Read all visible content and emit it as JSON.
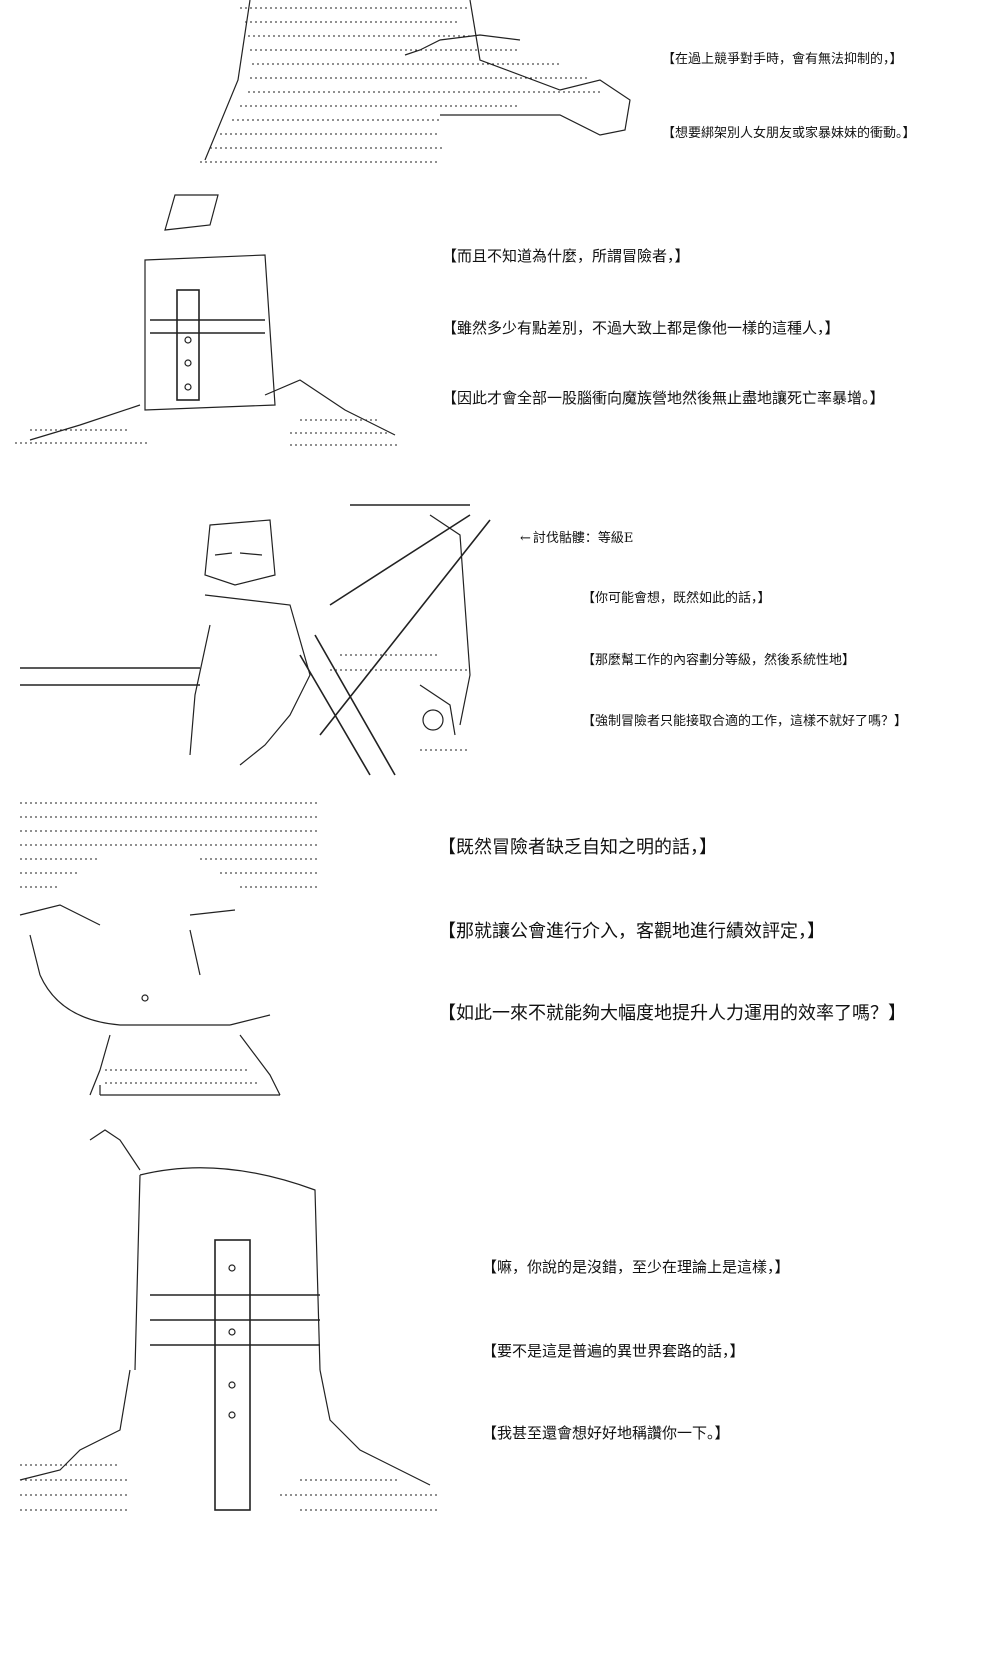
{
  "panels": [
    {
      "lines": [
        "【在過上競爭對手時，會有無法抑制的，】",
        "【想要綁架別人女朋友或家暴妹妹的衝動。】"
      ]
    },
    {
      "lines": [
        "【而且不知道為什麼，所謂冒險者，】",
        "【雖然多少有點差別，不過大致上都是像他一樣的這種人，】",
        "【因此才會全部一股腦衝向魔族營地然後無止盡地讓死亡率暴增。】"
      ]
    },
    {
      "label": "討伐骷髏：等級E",
      "label_arrow": "←",
      "lines": [
        "【你可能會想，既然如此的話，】",
        "【那麼幫工作的內容劃分等級，然後系統性地】",
        "【強制冒險者只能接取合適的工作，這樣不就好了嗎？】"
      ]
    },
    {
      "lines": [
        "【既然冒險者缺乏自知之明的話，】",
        "【那就讓公會進行介入，客觀地進行績效評定，】",
        "【如此一來不就能夠大幅度地提升人力運用的效率了嗎？】"
      ]
    },
    {
      "lines": [
        "【嘛，你說的是沒錯，至少在理論上是這樣，】",
        "【要不是這是普遍的異世界套路的話，】",
        "【我甚至還會想好好地稱讚你一下。】"
      ]
    }
  ]
}
